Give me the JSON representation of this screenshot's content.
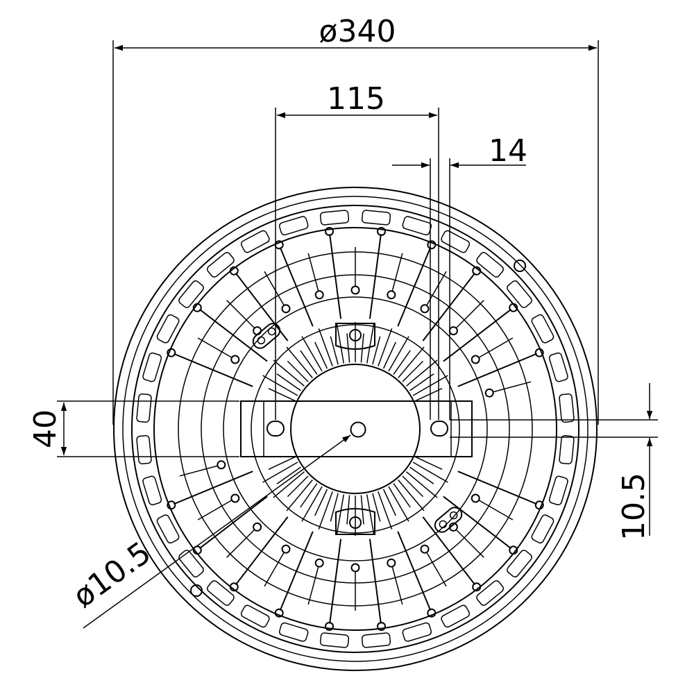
{
  "dimensions": {
    "overall_diameter": "ø340",
    "hole_spacing": "115",
    "slot_length": "14",
    "bracket_height": "40",
    "slot_width": "10.5",
    "center_hole_diameter": "ø10.5"
  },
  "colors": {
    "line": "#000000",
    "background": "#ffffff"
  },
  "part": {
    "rib_count": 24,
    "fin_count": 72
  }
}
